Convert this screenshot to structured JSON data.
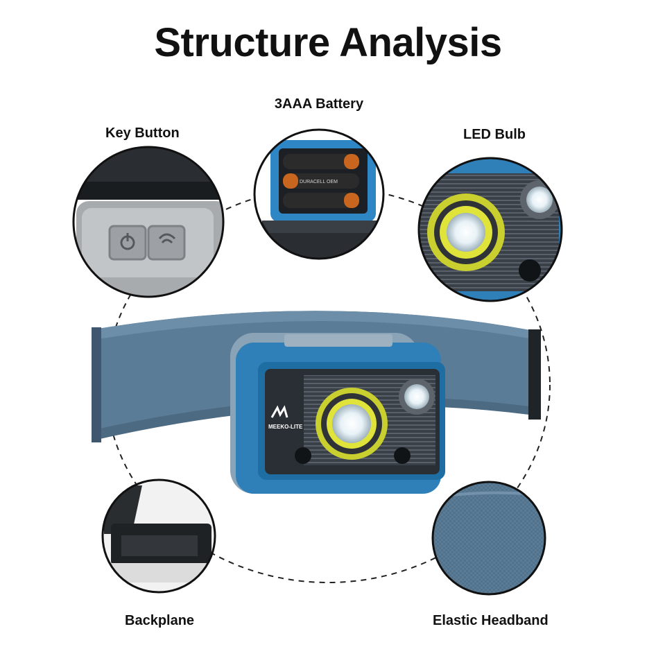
{
  "title": "Structure Analysis",
  "labels": {
    "battery": "3AAA Battery",
    "key_button": "Key Button",
    "led_bulb": "LED Bulb",
    "backplane": "Backplane",
    "elastic_headband": "Elastic Headband"
  },
  "brand": "MEEKO-LITE",
  "battery_text": "DURACELL OEM",
  "colors": {
    "accent_blue": "#2f80b8",
    "band_blue": "#5b7c97",
    "panel_dark": "#2a2f35"
  }
}
